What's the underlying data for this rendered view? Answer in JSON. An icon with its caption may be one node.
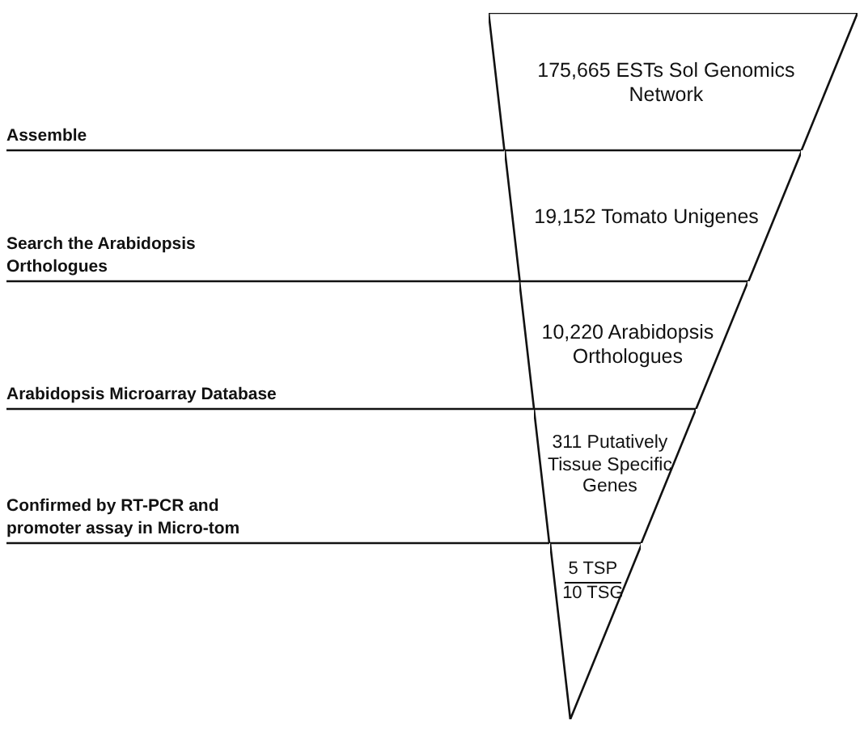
{
  "diagram": {
    "nodes": [
      {
        "text": [
          "175,665 ESTs Sol Genomics Network"
        ]
      },
      {
        "text": [
          "19,152 Tomato Unigenes"
        ]
      },
      {
        "text": [
          "10,220 Arabidopsis Orthologues"
        ]
      },
      {
        "text": [
          "311 Putatively Tissue Specific Genes"
        ]
      },
      {
        "text": [
          "5 TSP",
          "10 TSG"
        ]
      }
    ],
    "labels": [
      "Assemble",
      "Search the Arabidopsis Orthologues",
      "Arabidopsis Microarray Database",
      "Confirmed by RT-PCR and promoter assay in Micro-tom"
    ]
  }
}
